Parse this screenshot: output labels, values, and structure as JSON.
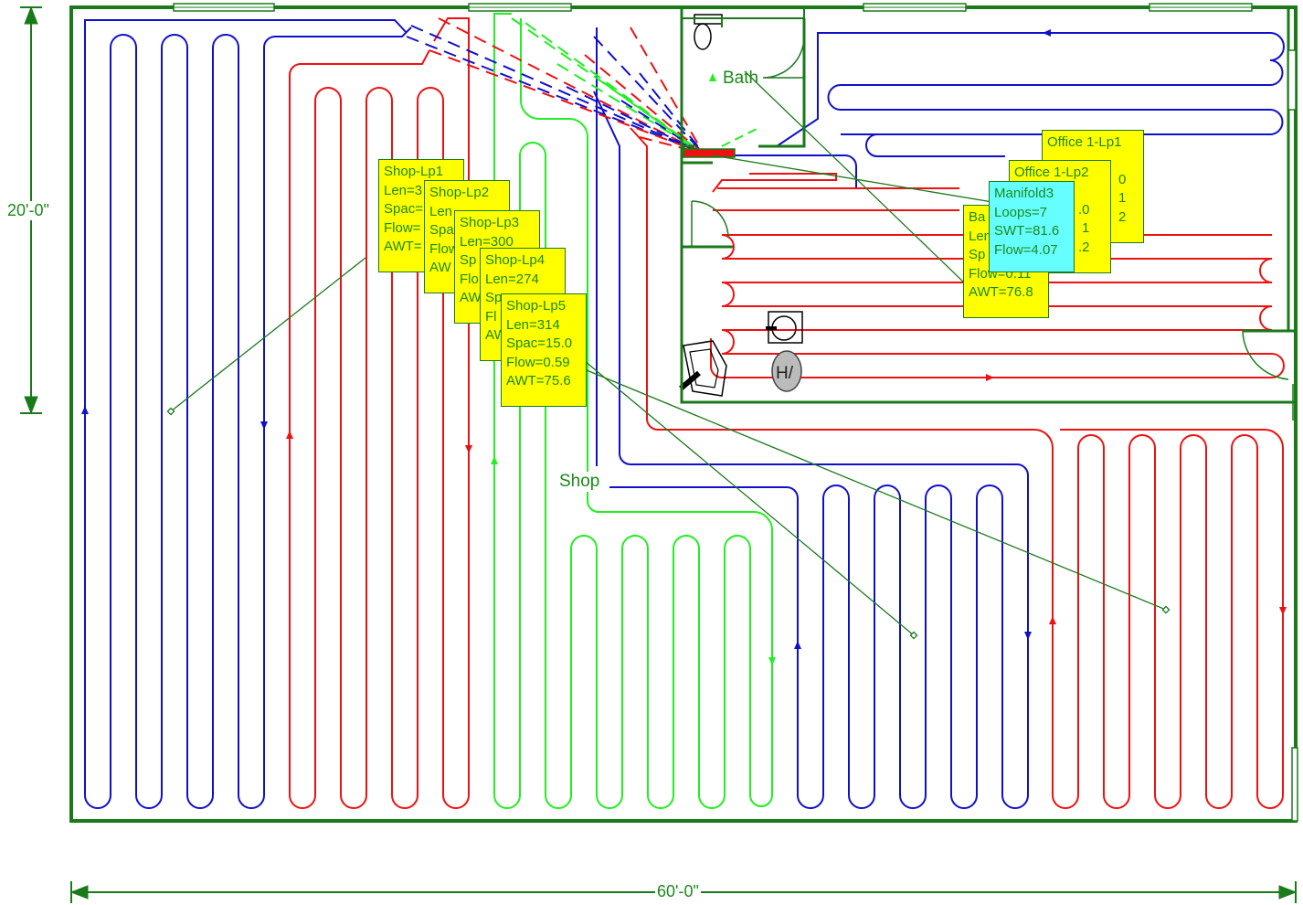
{
  "dimensions": {
    "width": "60'-0\"",
    "height": "20'-0\""
  },
  "rooms": {
    "shop": "Shop",
    "bath": "Bath"
  },
  "equipment": {
    "water_heater": "H/"
  },
  "colors": {
    "wall": "#1a7a1a",
    "loop_blue": "#1010cc",
    "loop_red": "#ee1111",
    "loop_green": "#22ee22",
    "tag_yellow": "#ffff00",
    "tag_cyan": "#66ffff",
    "label_text": "#1a8a1a"
  },
  "loop_tags": [
    {
      "id": "shop-lp1",
      "lines": [
        "Shop-Lp1",
        "Len=3",
        "Spac=",
        "Flow=",
        "AWT="
      ]
    },
    {
      "id": "shop-lp2",
      "lines": [
        "Shop-Lp2",
        "Len",
        "Spa",
        "Flow",
        "AW"
      ]
    },
    {
      "id": "shop-lp3",
      "lines": [
        "Shop-Lp3",
        "Len=300",
        "Sp",
        "Flo",
        "AW"
      ]
    },
    {
      "id": "shop-lp4",
      "lines": [
        "Shop-Lp4",
        "Len=274",
        "Sp",
        "Fl",
        "AW"
      ]
    },
    {
      "id": "shop-lp5",
      "lines": [
        "Shop-Lp5",
        "Len=314",
        "Spac=15.0",
        "Flow=0.59",
        "AWT=75.6"
      ]
    },
    {
      "id": "office-lp1",
      "lines": [
        "Office 1-Lp1",
        "",
        "0",
        "1",
        "2"
      ]
    },
    {
      "id": "office-lp2",
      "lines": [
        "Office 1-Lp2",
        "",
        ".0",
        "1",
        ".2"
      ]
    },
    {
      "id": "bath-lp",
      "lines": [
        "Ba",
        "Len",
        "Sp",
        "Flow=0.11",
        "AWT=76.8"
      ]
    }
  ],
  "manifold": {
    "lines": [
      "Manifold3",
      "Loops=7",
      "SWT=81.6",
      "Flow=4.07"
    ]
  }
}
